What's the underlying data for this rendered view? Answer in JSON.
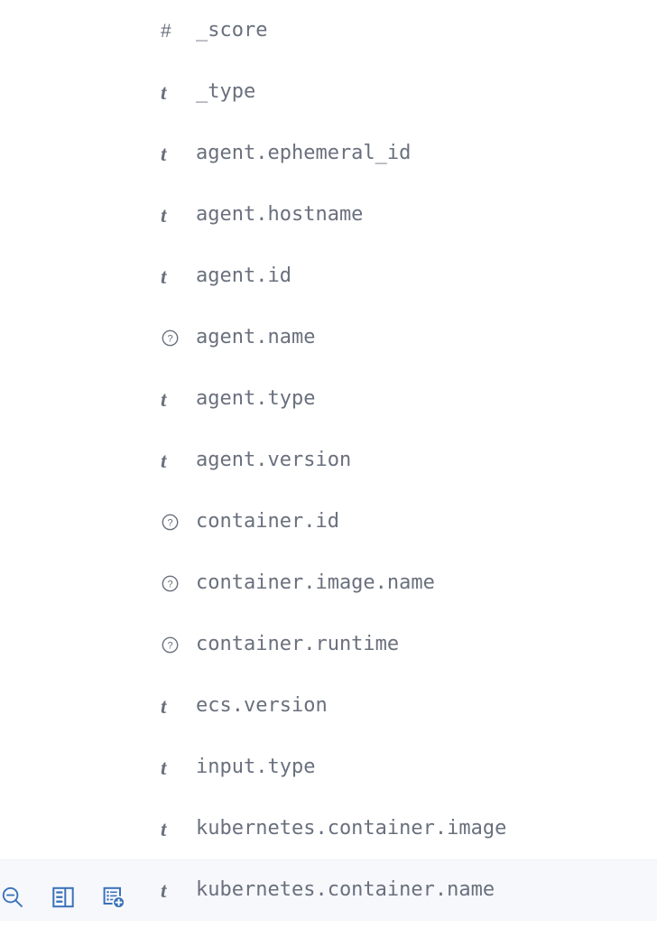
{
  "panel": {
    "name": "field-list-panel",
    "text_color": "#69707D",
    "hover_row_bg": "#F7F8FC",
    "toolbar_icon_color": "#3A71BA"
  },
  "fields": [
    {
      "icon": "number-type-icon",
      "glyph": "#",
      "name": "_score"
    },
    {
      "icon": "string-type-icon",
      "glyph": "t",
      "name": "_type"
    },
    {
      "icon": "string-type-icon",
      "glyph": "t",
      "name": "agent.ephemeral_id"
    },
    {
      "icon": "string-type-icon",
      "glyph": "t",
      "name": "agent.hostname"
    },
    {
      "icon": "string-type-icon",
      "glyph": "t",
      "name": "agent.id"
    },
    {
      "icon": "unknown-type-icon",
      "glyph": "?",
      "name": "agent.name"
    },
    {
      "icon": "string-type-icon",
      "glyph": "t",
      "name": "agent.type"
    },
    {
      "icon": "string-type-icon",
      "glyph": "t",
      "name": "agent.version"
    },
    {
      "icon": "unknown-type-icon",
      "glyph": "?",
      "name": "container.id"
    },
    {
      "icon": "unknown-type-icon",
      "glyph": "?",
      "name": "container.image.name"
    },
    {
      "icon": "unknown-type-icon",
      "glyph": "?",
      "name": "container.runtime"
    },
    {
      "icon": "string-type-icon",
      "glyph": "t",
      "name": "ecs.version"
    },
    {
      "icon": "string-type-icon",
      "glyph": "t",
      "name": "input.type"
    },
    {
      "icon": "string-type-icon",
      "glyph": "t",
      "name": "kubernetes.container.image"
    },
    {
      "icon": "string-type-icon",
      "glyph": "t",
      "name": "kubernetes.container.name",
      "active": true
    }
  ],
  "toolbar": {
    "name": "field-actions-toolbar",
    "buttons": [
      {
        "name": "filter-out-value-button-clipped",
        "icon": "magnifier-minus-icon",
        "label": "Filter out value"
      },
      {
        "name": "toggle-column-button",
        "icon": "table-column-icon",
        "label": "Toggle column in table"
      },
      {
        "name": "add-field-as-column-button",
        "icon": "document-add-icon",
        "label": "Add field as column"
      }
    ]
  }
}
